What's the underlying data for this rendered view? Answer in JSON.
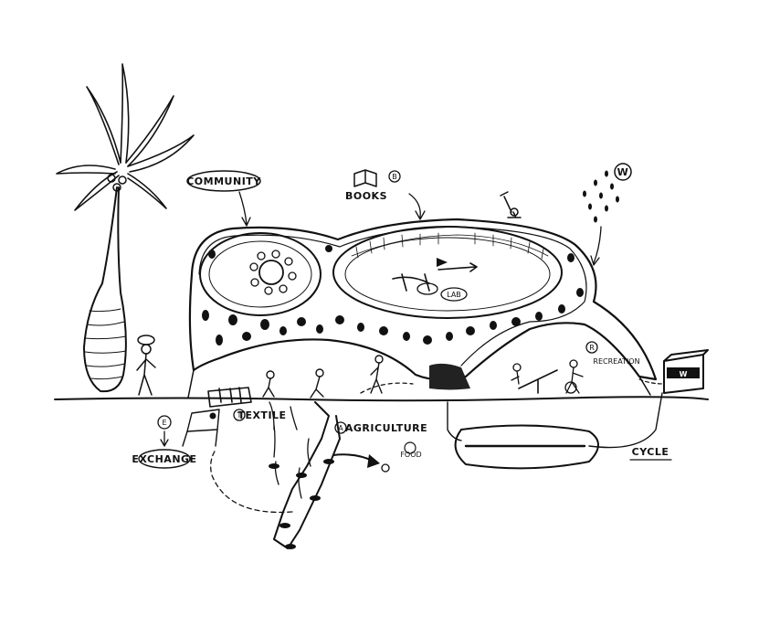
{
  "labels": {
    "community": "COMMUNITY",
    "books": "BOOKS",
    "b_marker": "B",
    "w_marker": "W",
    "lab": "LAB",
    "r_marker": "R",
    "recreation": "RECREATION",
    "t_marker": "T",
    "textile": "TEXTILE",
    "a_marker": "A",
    "agriculture": "AGRICULTURE",
    "e_marker": "E",
    "exchange": "EXCHANGE",
    "food": "FOOD",
    "cycle": "CYCLE",
    "water_tank": "W"
  },
  "colors": {
    "ink": "#111111",
    "paper": "#ffffff"
  }
}
